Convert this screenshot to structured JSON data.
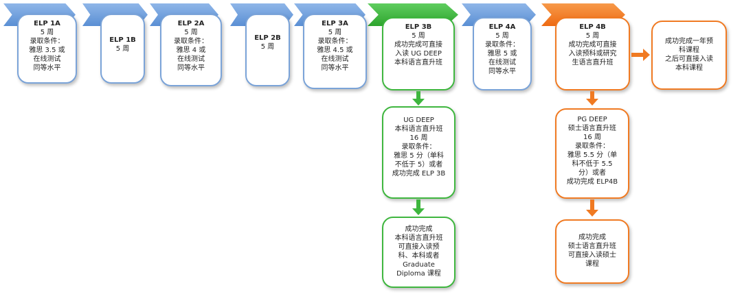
{
  "stages": [
    {
      "id": "elp1a",
      "title": "ELP 1A",
      "lines": [
        "5 周",
        "录取条件：",
        "雅思 3.5 或",
        "在线测试",
        "同等水平"
      ],
      "color": "blue"
    },
    {
      "id": "elp1b",
      "title": "ELP 1B",
      "lines": [
        "5 周"
      ],
      "color": "blue"
    },
    {
      "id": "elp2a",
      "title": "ELP 2A",
      "lines": [
        "5 周",
        "录取条件：",
        "雅思 4 或",
        "在线测试",
        "同等水平"
      ],
      "color": "blue"
    },
    {
      "id": "elp2b",
      "title": "ELP 2B",
      "lines": [
        "5 周"
      ],
      "color": "blue"
    },
    {
      "id": "elp3a",
      "title": "ELP 3A",
      "lines": [
        "5 周",
        "录取条件：",
        "雅思 4.5 或",
        "在线测试",
        "同等水平"
      ],
      "color": "blue"
    },
    {
      "id": "elp3b",
      "title": "ELP 3B",
      "lines": [
        "5 周",
        "成功完成可直接",
        "入读 UG DEEP",
        "本科语言直升班"
      ],
      "color": "green"
    },
    {
      "id": "elp4a",
      "title": "ELP 4A",
      "lines": [
        "5 周",
        "录取条件：",
        "雅思 5 或",
        "在线测试",
        "同等水平"
      ],
      "color": "blue"
    },
    {
      "id": "elp4b",
      "title": "ELP 4B",
      "lines": [
        "5 周",
        "成功完成可直接",
        "入读预科或研究",
        "生语言直升班"
      ],
      "color": "orange"
    }
  ],
  "side_box": {
    "lines": [
      "成功完成一年预",
      "科课程",
      "之后可直接入读",
      "本科课程"
    ]
  },
  "ug_deep": {
    "lines": [
      "UG DEEP",
      "本科语言直升班",
      "16 周",
      "录取条件：",
      "雅思 5 分（单科",
      "不低于 5）或者",
      "成功完成 ELP 3B"
    ]
  },
  "ug_result": {
    "lines": [
      "成功完成",
      "本科语言直升班",
      "可直接入读预",
      "科、本科或者",
      "Graduate",
      "Diploma 课程"
    ]
  },
  "pg_deep": {
    "lines": [
      "PG DEEP",
      "硕士语言直升班",
      "16 周",
      "录取条件：",
      "雅思 5.5 分（单",
      "科不低于 5.5",
      "分）或者",
      "成功完成 ELP4B"
    ]
  },
  "pg_result": {
    "lines": [
      "成功完成",
      "硕士语言直升班",
      "可直接入读硕士",
      "课程"
    ]
  },
  "colors": {
    "blue": "#7aa3d8",
    "green": "#3eb63e",
    "orange": "#f07a22"
  }
}
